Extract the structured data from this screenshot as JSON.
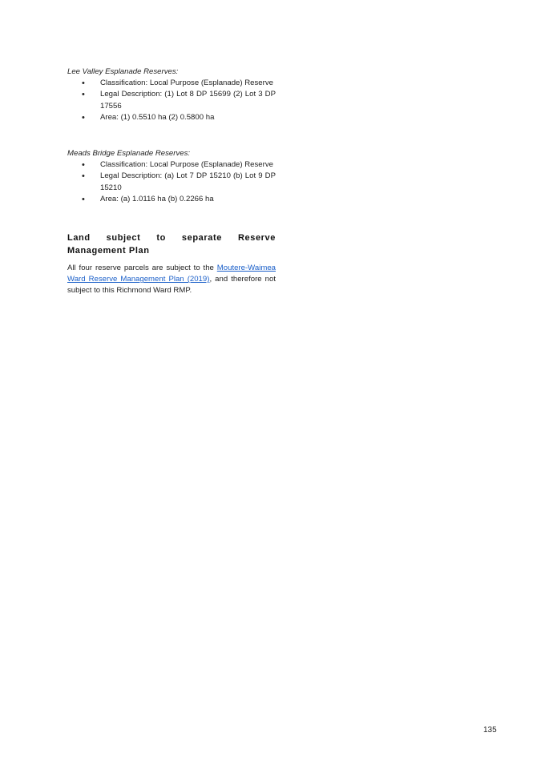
{
  "sections": [
    {
      "subtitle": "Lee Valley Esplanade Reserves",
      "subtitle_suffix": ":",
      "items": [
        "Classification: Local Purpose (Esplanade) Reserve",
        "Legal Description: (1) Lot 8 DP 15699 (2) Lot 3 DP 17556",
        "Area: (1) 0.5510 ha (2) 0.5800 ha"
      ]
    },
    {
      "subtitle": "Meads Bridge Esplanade Reserves:",
      "items": [
        "Classification: Local Purpose (Esplanade) Reserve",
        "Legal Description: (a) Lot 7 DP 15210 (b) Lot 9 DP 15210",
        "Area: (a) 1.0116 ha (b) 0.2266 ha"
      ]
    }
  ],
  "heading": "Land subject to separate Reserve Management Plan",
  "paragraph": {
    "before": "All four reserve parcels are subject to the ",
    "link": "Moutere-Waimea Ward Reserve Management Plan (2019)",
    "after": ", and therefore not subject to this Richmond Ward RMP."
  },
  "page_number": "135",
  "colors": {
    "link": "#1a5fc9"
  }
}
